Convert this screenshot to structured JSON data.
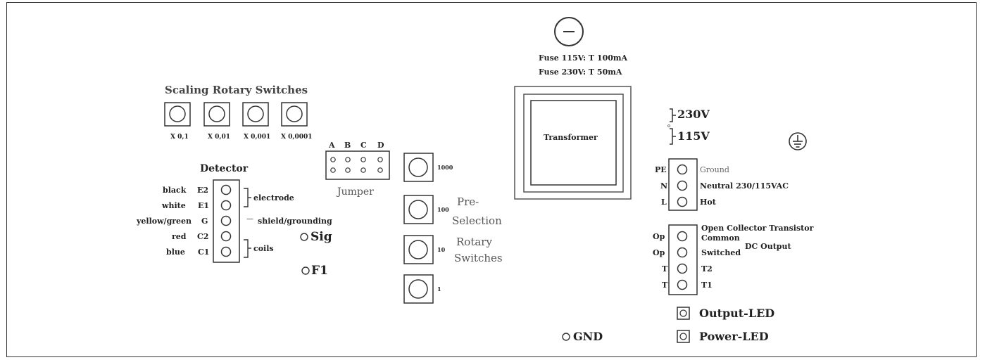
{
  "fuse": {
    "line1": "Fuse 115V:  T 100mA",
    "line2": "Fuse 230V:  T 50mA"
  },
  "scaling": {
    "title": "Scaling Rotary Switches",
    "labels": [
      "X 0,1",
      "X 0,01",
      "X 0,001",
      "X 0,0001"
    ]
  },
  "transformer": {
    "label": "Transformer"
  },
  "voltage": {
    "v230": "230V",
    "v115": "115V",
    "mid": "o"
  },
  "detector": {
    "title": "Detector",
    "rows": [
      {
        "left": "black",
        "pin": "E2"
      },
      {
        "left": "white",
        "pin": "E1"
      },
      {
        "left": "yellow/green",
        "pin": "G"
      },
      {
        "left": "red",
        "pin": "C2"
      },
      {
        "left": "blue",
        "pin": "C1"
      }
    ],
    "electrode": "electrode",
    "shield": "shield/grounding",
    "coils": "coils",
    "shield_dash": "—"
  },
  "jumper": {
    "letters": [
      "A",
      "B",
      "C",
      "D"
    ],
    "label": "Jumper"
  },
  "preselection": {
    "values": [
      "1000",
      "100",
      "10",
      "1"
    ],
    "title_lines": [
      "Pre-",
      "Selection",
      "Rotary",
      "Switches"
    ]
  },
  "signals": {
    "sig": "Sig",
    "f1": "F1",
    "gnd": "GND"
  },
  "power": {
    "rows": [
      {
        "left": "PE",
        "right": "Ground"
      },
      {
        "left": "N",
        "right": "Neutral 230/115VAC"
      },
      {
        "left": "L",
        "right": "Hot"
      }
    ]
  },
  "output": {
    "title": "Open Collector Transistor",
    "dc": "DC Output",
    "rows": [
      {
        "left": "Op",
        "right": "Common"
      },
      {
        "left": "Op",
        "right": "Switched"
      },
      {
        "left": "T",
        "right": "T2"
      },
      {
        "left": "T",
        "right": "T1"
      }
    ]
  },
  "leds": {
    "output": "Output-LED",
    "power": "Power-LED"
  }
}
